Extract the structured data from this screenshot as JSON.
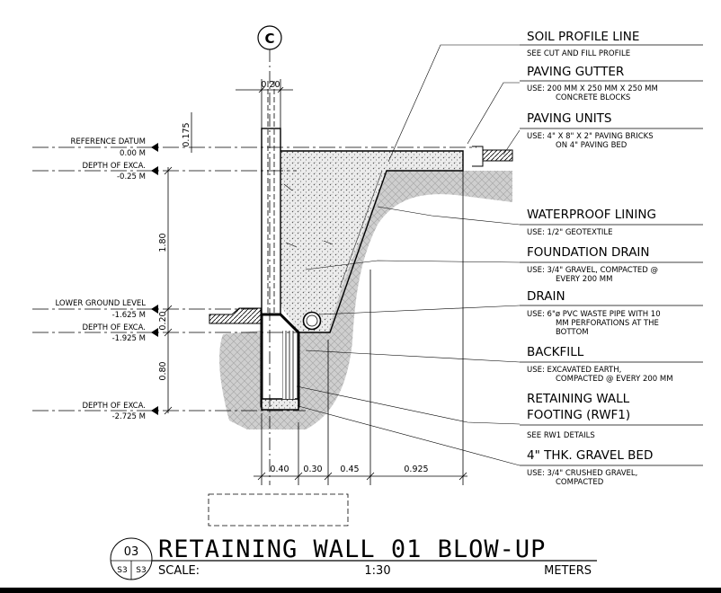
{
  "grid_bubble": "C",
  "dims": {
    "top_wall": "0.20",
    "top_offset": "0.175",
    "v_1": "1.80",
    "v_2": "0.20",
    "v_3": "0.80",
    "b_1": "0.40",
    "b_2": "0.30",
    "b_3": "0.45",
    "b_4": "0.925"
  },
  "levels": [
    {
      "name": "REFERENCE DATUM",
      "value": "0.00 M"
    },
    {
      "name": "DEPTH OF EXCA.",
      "value": "-0.25 M"
    },
    {
      "name": "LOWER GROUND LEVEL",
      "value": "-1.625 M"
    },
    {
      "name": "DEPTH OF EXCA.",
      "value": "-1.925 M"
    },
    {
      "name": "DEPTH OF EXCA.",
      "value": "-2.725 M"
    }
  ],
  "callouts": [
    {
      "title": "SOIL PROFILE LINE",
      "lines": [
        "SEE CUT AND FILL PROFILE"
      ]
    },
    {
      "title": "PAVING GUTTER",
      "lines": [
        "USE:  200 MM X 250 MM X 250 MM",
        "CONCRETE BLOCKS"
      ]
    },
    {
      "title": "PAVING UNITS",
      "lines": [
        "USE:  4\" X 8\" X 2\" PAVING BRICKS",
        "ON 4\" PAVING BED"
      ]
    },
    {
      "title": "WATERPROOF LINING",
      "lines": [
        "USE:  1/2\" GEOTEXTILE"
      ]
    },
    {
      "title": "FOUNDATION DRAIN",
      "lines": [
        "USE:  3/4\" GRAVEL, COMPACTED @",
        "EVERY 200 MM"
      ]
    },
    {
      "title": "DRAIN",
      "lines": [
        "USE:  6\"ø PVC WASTE PIPE WITH 10",
        "MM PERFORATIONS AT THE",
        "BOTTOM"
      ]
    },
    {
      "title": "BACKFILL",
      "lines": [
        "USE:  EXCAVATED EARTH,",
        "COMPACTED @ EVERY 200 MM"
      ]
    },
    {
      "title": "RETAINING WALL",
      "title2": "FOOTING (RWF1)",
      "lines": [
        "SEE RW1 DETAILS"
      ]
    },
    {
      "title": "4\" THK. GRAVEL BED",
      "lines": [
        "USE:  3/4\" CRUSHED GRAVEL,",
        "COMPACTED"
      ]
    }
  ],
  "title_block": {
    "number": "03",
    "ref_left": "S3",
    "ref_right": "S3",
    "title": "RETAINING WALL 01 BLOW-UP",
    "scale_label": "SCALE:",
    "scale": "1:30",
    "units": "METERS"
  }
}
